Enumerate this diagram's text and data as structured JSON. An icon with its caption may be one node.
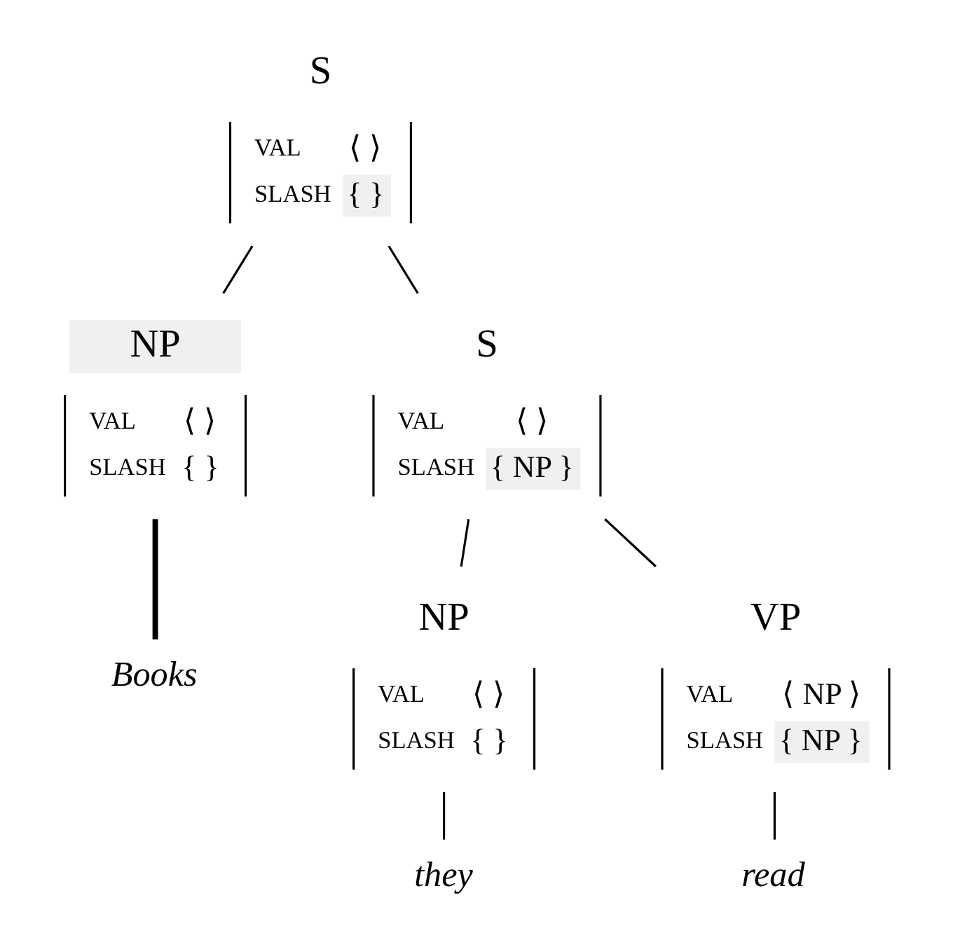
{
  "diagram": {
    "nodes": [
      {
        "text": [
          "S",
          "VAL",
          "⟨ ⟩",
          "SLASH",
          "{ }"
        ]
      },
      {
        "text": [
          "NP",
          "VAL",
          "⟨ ⟩",
          "SLASH",
          "{ }"
        ]
      },
      {
        "text": [
          "S",
          "VAL",
          "⟨ ⟩",
          "SLASH",
          "{ NP }"
        ]
      },
      {
        "text": [
          "Books"
        ]
      },
      {
        "text": [
          "NP",
          "VAL",
          "⟨ ⟩",
          "SLASH",
          "{ }"
        ]
      },
      {
        "text": [
          "VP",
          "VAL",
          "⟨ NP ⟩",
          "SLASH",
          "{ NP }"
        ]
      },
      {
        "text": [
          "they"
        ]
      },
      {
        "text": [
          "read"
        ]
      }
    ],
    "edges": [
      {
        "from": 0,
        "to": 1,
        "arrow": "none"
      },
      {
        "from": 0,
        "to": 2,
        "arrow": "none"
      },
      {
        "from": 1,
        "to": 3,
        "arrow": "none",
        "style": "thick"
      },
      {
        "from": 2,
        "to": 4,
        "arrow": "none"
      },
      {
        "from": 2,
        "to": 5,
        "arrow": "none"
      },
      {
        "from": 4,
        "to": 6,
        "arrow": "none"
      },
      {
        "from": 5,
        "to": 7,
        "arrow": "none"
      }
    ]
  }
}
